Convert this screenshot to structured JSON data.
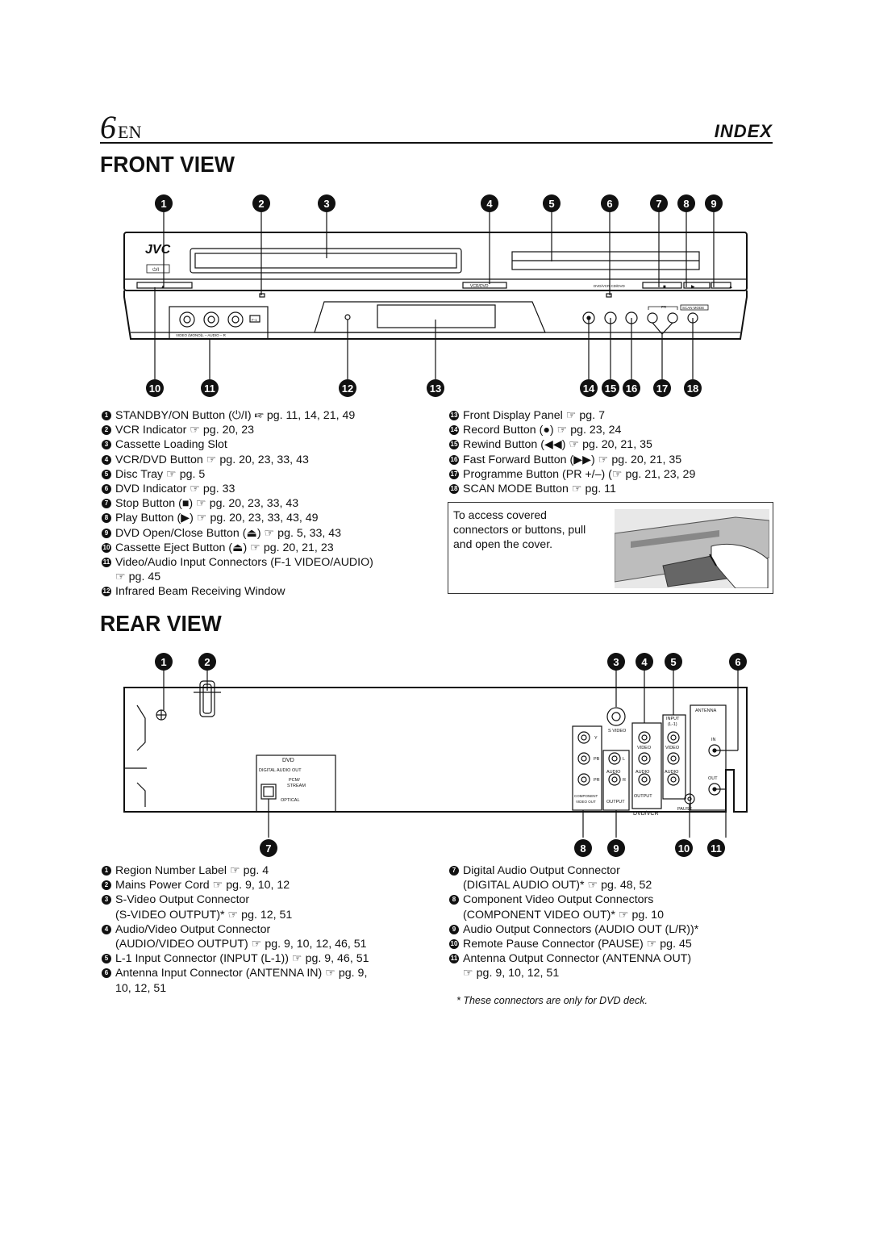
{
  "header": {
    "page_number": "6",
    "page_lang": "EN",
    "section": "INDEX"
  },
  "front_view": {
    "title": "FRONT VIEW",
    "callout_numbers_top": [
      "1",
      "2",
      "3",
      "4",
      "5",
      "6",
      "7",
      "8",
      "9"
    ],
    "callout_numbers_bottom": [
      "10",
      "11",
      "12",
      "13",
      "14",
      "15",
      "16",
      "17",
      "18"
    ],
    "device_labels": {
      "brand": "JVC",
      "standby": "⏻/I",
      "vcr_dvd": "VCR/DVD",
      "dvd_vcr_label": "DVD/VCR CD/DVD",
      "pr": "PR",
      "scan_mode": "SCAN MODE",
      "f1": "F-1",
      "av_label": "VIDEO  (MONO)L – AUDIO – R"
    },
    "items_left": [
      {
        "n": "1",
        "text": "STANDBY/ON Button (⏻/I) ☞ pg. 11, 14, 21, 49"
      },
      {
        "n": "2",
        "text": "VCR Indicator ☞ pg. 20, 23"
      },
      {
        "n": "3",
        "text": "Cassette Loading Slot"
      },
      {
        "n": "4",
        "text": "VCR/DVD Button ☞ pg. 20, 23, 33, 43"
      },
      {
        "n": "5",
        "text": "Disc Tray ☞ pg. 5"
      },
      {
        "n": "6",
        "text": "DVD Indicator ☞ pg. 33"
      },
      {
        "n": "7",
        "text": "Stop Button (■) ☞ pg. 20, 23, 33, 43"
      },
      {
        "n": "8",
        "text": "Play Button (▶) ☞ pg. 20, 23, 33, 43, 49"
      },
      {
        "n": "9",
        "text": "DVD Open/Close Button (⏏) ☞ pg. 5, 33, 43"
      },
      {
        "n": "10",
        "text": "Cassette Eject Button (⏏) ☞ pg. 20, 21, 23"
      },
      {
        "n": "11",
        "text": "Video/Audio Input Connectors (F-1 VIDEO/AUDIO)",
        "cont": "☞ pg. 45"
      },
      {
        "n": "12",
        "text": "Infrared Beam Receiving Window"
      }
    ],
    "items_right": [
      {
        "n": "13",
        "text": "Front Display Panel ☞ pg. 7"
      },
      {
        "n": "14",
        "text": "Record Button (●) ☞ pg. 23, 24"
      },
      {
        "n": "15",
        "text": "Rewind Button (◀◀) ☞ pg. 20, 21, 35"
      },
      {
        "n": "16",
        "text": "Fast Forward Button (▶▶) ☞ pg. 20, 21, 35"
      },
      {
        "n": "17",
        "text": "Programme Button (PR +/–) (☞ pg. 21, 23, 29"
      },
      {
        "n": "18",
        "text": "SCAN MODE Button ☞ pg. 11"
      }
    ],
    "note": {
      "lines": [
        "To access covered",
        "connectors or buttons, pull",
        "and open the cover."
      ]
    }
  },
  "rear_view": {
    "title": "REAR VIEW",
    "callout_numbers_top": [
      "1",
      "2",
      "3",
      "4",
      "5",
      "6"
    ],
    "callout_numbers_bottom": [
      "7",
      "8",
      "9",
      "10",
      "11"
    ],
    "device_labels": {
      "dvd": "DVD",
      "digital_audio_out": "DIGITAL AUDIO OUT",
      "pcm": "PCM/",
      "stream": "STREAM",
      "optical": "OPTICAL",
      "s_video": "S VIDEO",
      "y": "Y",
      "pb": "PB",
      "pr": "PR",
      "component": "COMPONENT",
      "video_out": "VIDEO OUT",
      "output": "OUTPUT",
      "video": "VIDEO",
      "l": "L",
      "r": "R",
      "audio": "AUDIO",
      "input": "INPUT",
      "l1": "(L-1)",
      "antenna": "ANTENNA",
      "in": "IN",
      "out": "OUT",
      "dvd_vcr": "DVD/VCR",
      "pause": "PAUSE"
    },
    "items_left": [
      {
        "n": "1",
        "text": "Region Number Label ☞ pg. 4"
      },
      {
        "n": "2",
        "text": "Mains Power Cord ☞ pg. 9, 10, 12"
      },
      {
        "n": "3",
        "text": "S-Video Output Connector",
        "cont": "(S-VIDEO OUTPUT)* ☞ pg. 12, 51"
      },
      {
        "n": "4",
        "text": "Audio/Video Output Connector",
        "cont": "(AUDIO/VIDEO OUTPUT) ☞ pg. 9, 10, 12, 46, 51"
      },
      {
        "n": "5",
        "text": "L-1 Input Connector (INPUT (L-1)) ☞ pg. 9, 46, 51"
      },
      {
        "n": "6",
        "text": "Antenna Input Connector (ANTENNA IN) ☞ pg. 9,",
        "cont": "10, 12, 51"
      }
    ],
    "items_right": [
      {
        "n": "7",
        "text": "Digital Audio Output Connector",
        "cont": "(DIGITAL AUDIO OUT)* ☞ pg. 48, 52"
      },
      {
        "n": "8",
        "text": "Component Video Output Connectors",
        "cont": "(COMPONENT VIDEO OUT)* ☞ pg. 10"
      },
      {
        "n": "9",
        "text": "Audio Output Connectors (AUDIO OUT (L/R))*"
      },
      {
        "n": "10",
        "text": "Remote Pause Connector (PAUSE) ☞ pg. 45"
      },
      {
        "n": "11",
        "text": "Antenna Output Connector (ANTENNA OUT)",
        "cont": "☞ pg. 9, 10, 12, 51"
      }
    ],
    "footnote": "*  These connectors are only for DVD deck."
  }
}
